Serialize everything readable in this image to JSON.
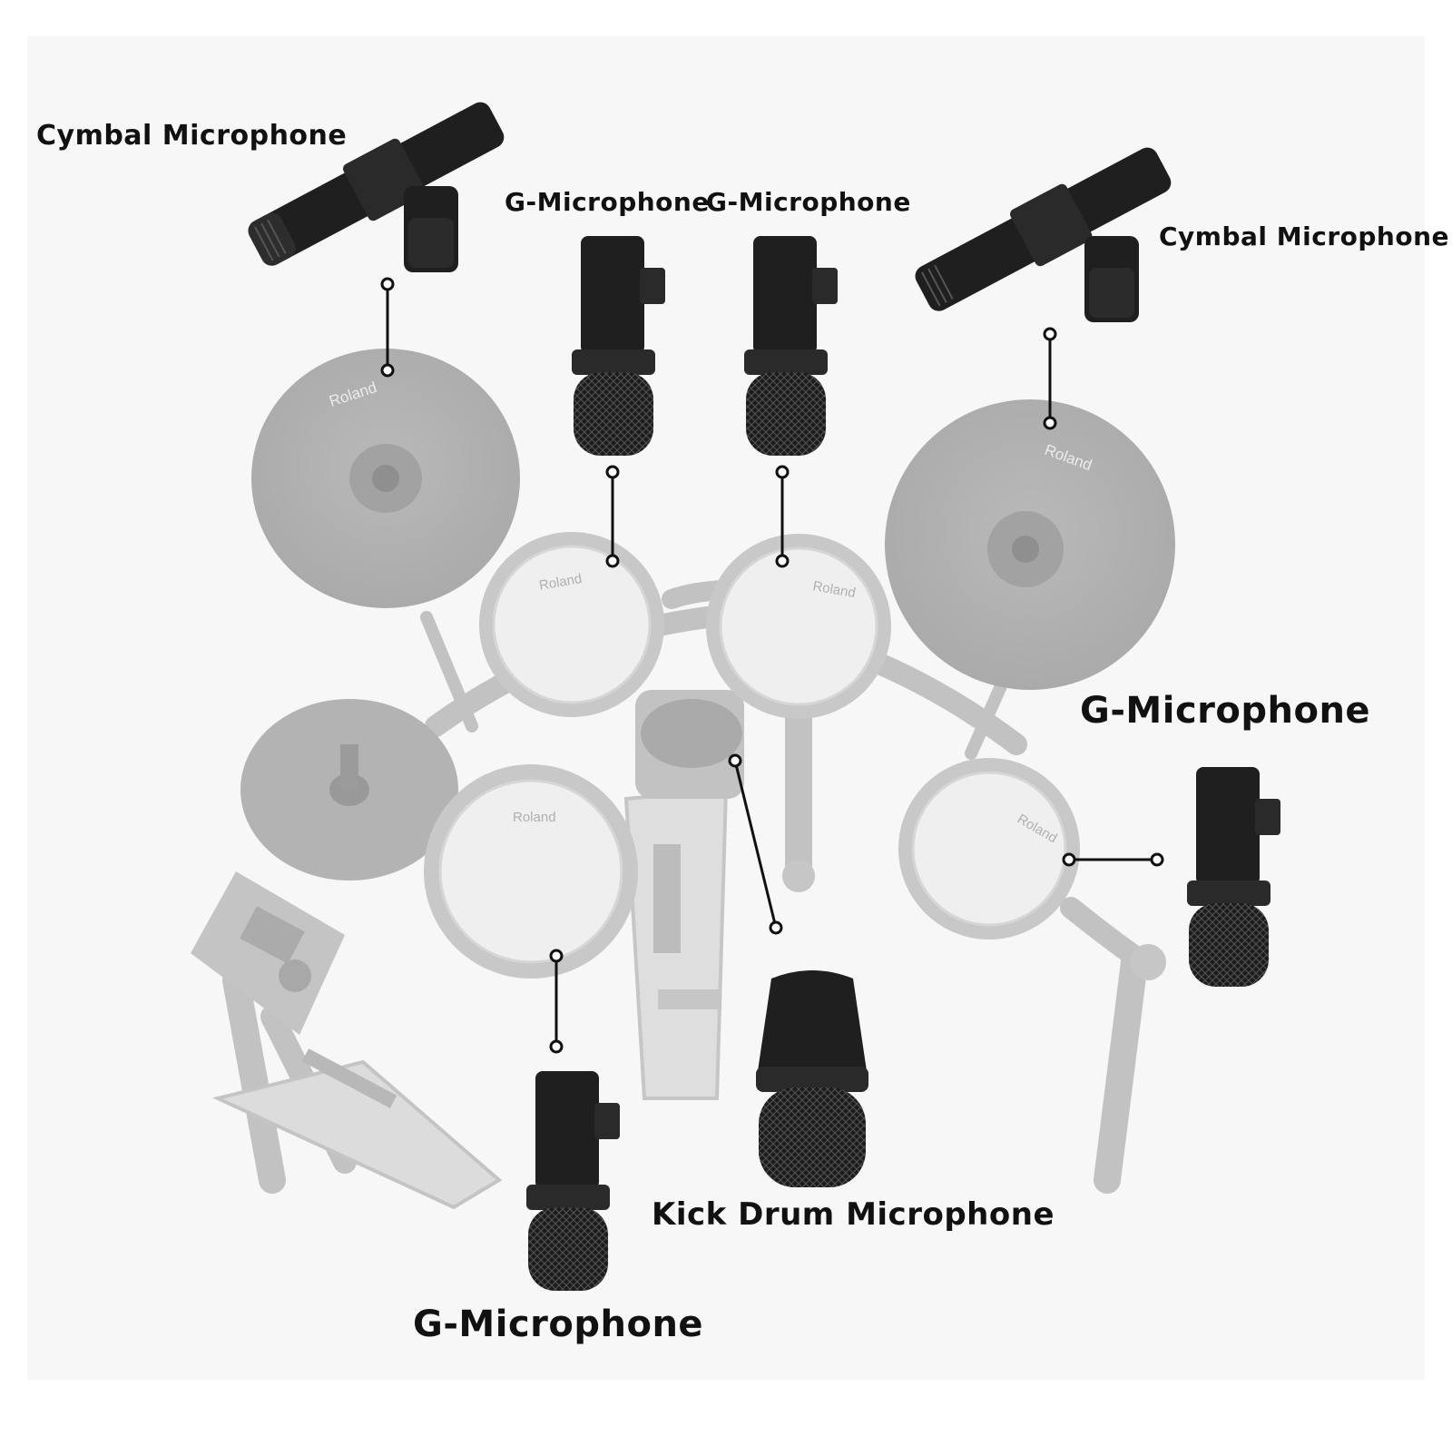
{
  "labels": {
    "cymbal_left": "Cymbal Microphone",
    "cymbal_right": "Cymbal Microphone",
    "g_mic_top_left": "G-Microphone",
    "g_mic_top_right": "G-Microphone",
    "g_mic_right": "G-Microphone",
    "kick_drum": "Kick Drum Microphone",
    "g_mic_bottom": "G-Microphone"
  },
  "brand": {
    "drum_logo": "Roland"
  },
  "colors": {
    "background": "#f7f7f7",
    "kit_gray": "#bdbdbd",
    "pad_fill": "#eeeeee",
    "mic_body": "#1f1f1f",
    "label_text": "#111111"
  }
}
